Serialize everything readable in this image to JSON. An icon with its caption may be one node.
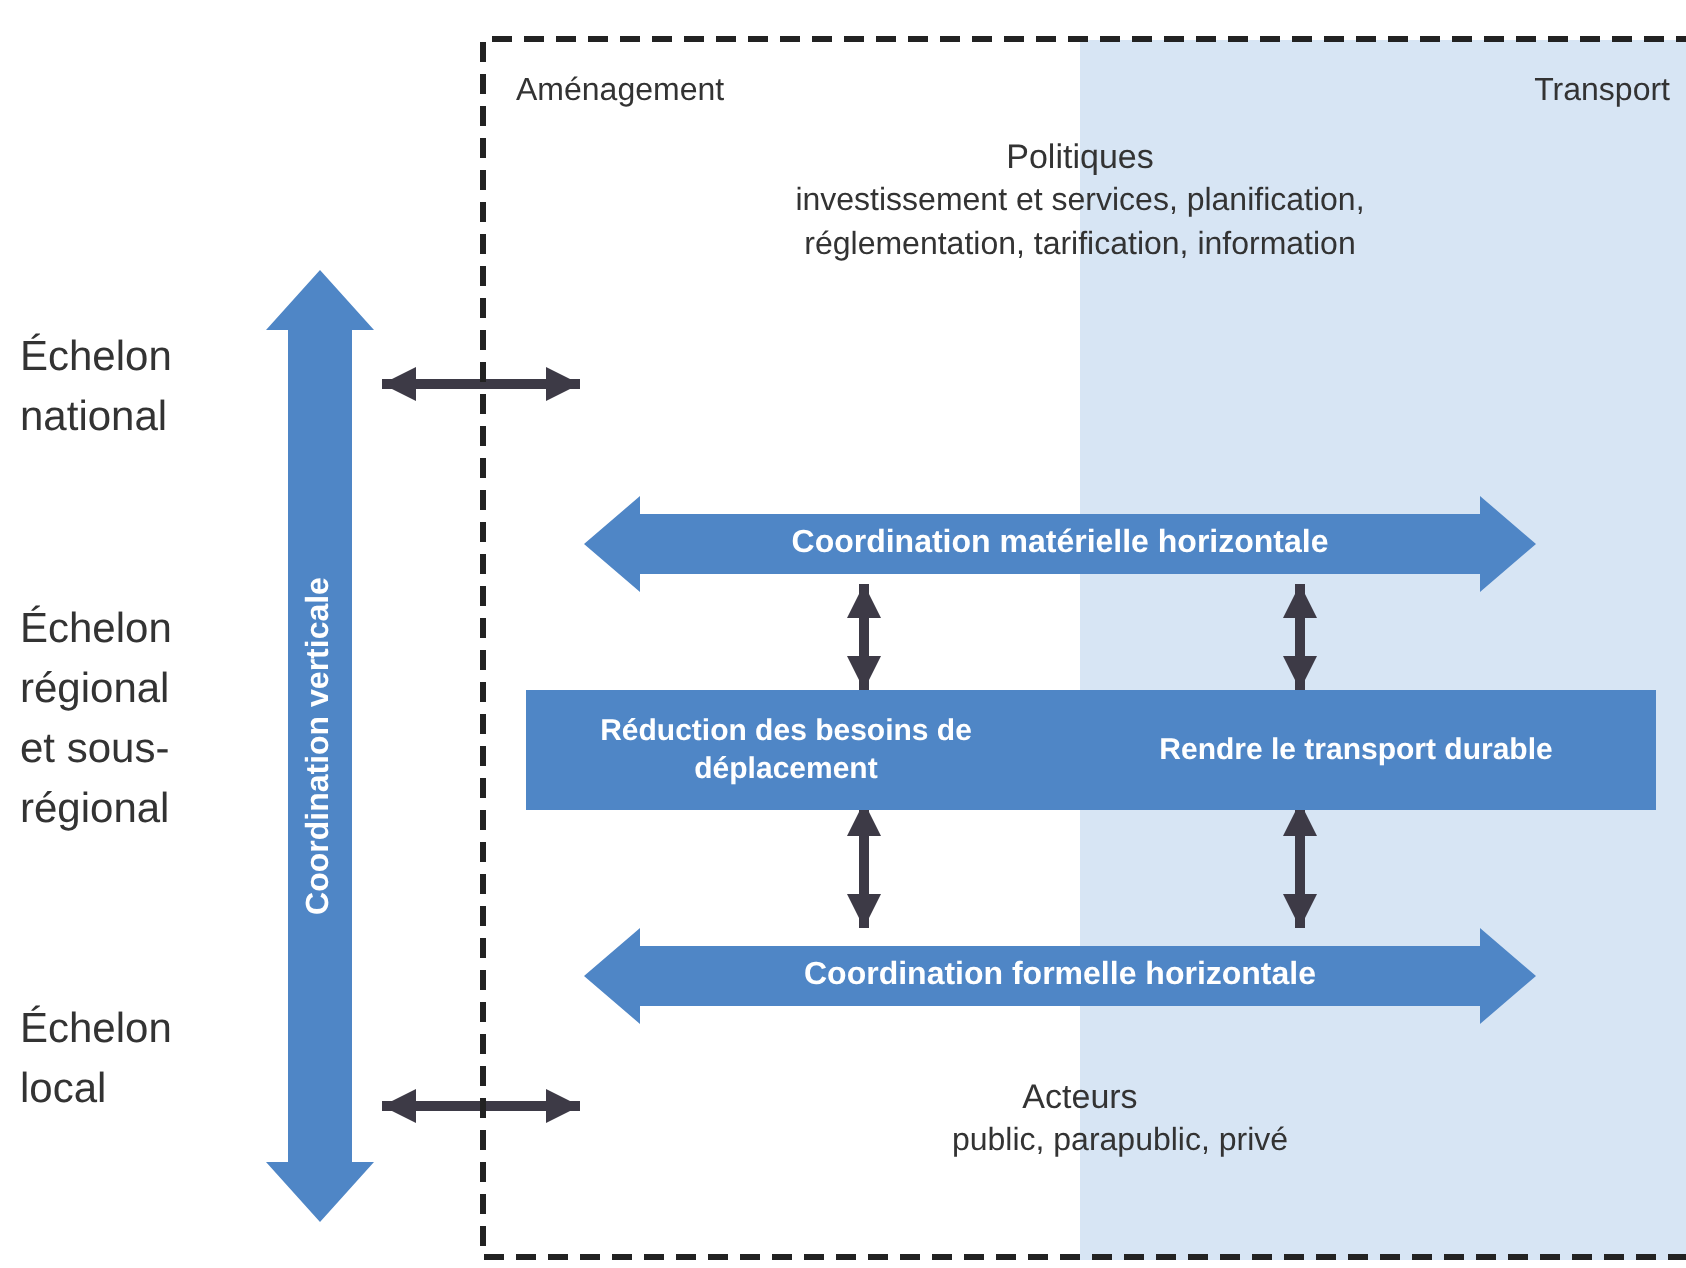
{
  "diagram": {
    "nodes": [
      {
        "text": [],
        "shape": "box"
      },
      {
        "text": [
          "Politiques",
          "investissement et services, planification, réglementation, tarification, information"
        ],
        "in": 0
      },
      {
        "text": [
          "Coordination matérielle horizontale"
        ],
        "in": 0
      },
      {
        "text": [
          "Réduction des besoins de déplacement",
          "Rendre le transport durable"
        ],
        "in": 0
      },
      {
        "text": [
          "Coordination formelle horizontale"
        ],
        "in": 0
      },
      {
        "text": [
          "Acteurs",
          "public, parapublic, privé"
        ],
        "in": 0
      },
      {
        "text": [
          "Coordination verticale"
        ]
      }
    ],
    "edges": [
      {
        "from": 2,
        "to": 3,
        "arrow": "both"
      },
      {
        "from": 2,
        "to": 3,
        "arrow": "both"
      },
      {
        "from": 3,
        "to": 4,
        "arrow": "both"
      },
      {
        "from": 3,
        "to": 4,
        "arrow": "both"
      },
      {
        "from": null,
        "to": 0,
        "arrow": "both"
      },
      {
        "from": null,
        "to": 0,
        "arrow": "both"
      }
    ],
    "labels": [
      "Aménagement",
      "Transport",
      "Échelon national",
      "Échelon régional et sous-régional",
      "Échelon local"
    ]
  }
}
